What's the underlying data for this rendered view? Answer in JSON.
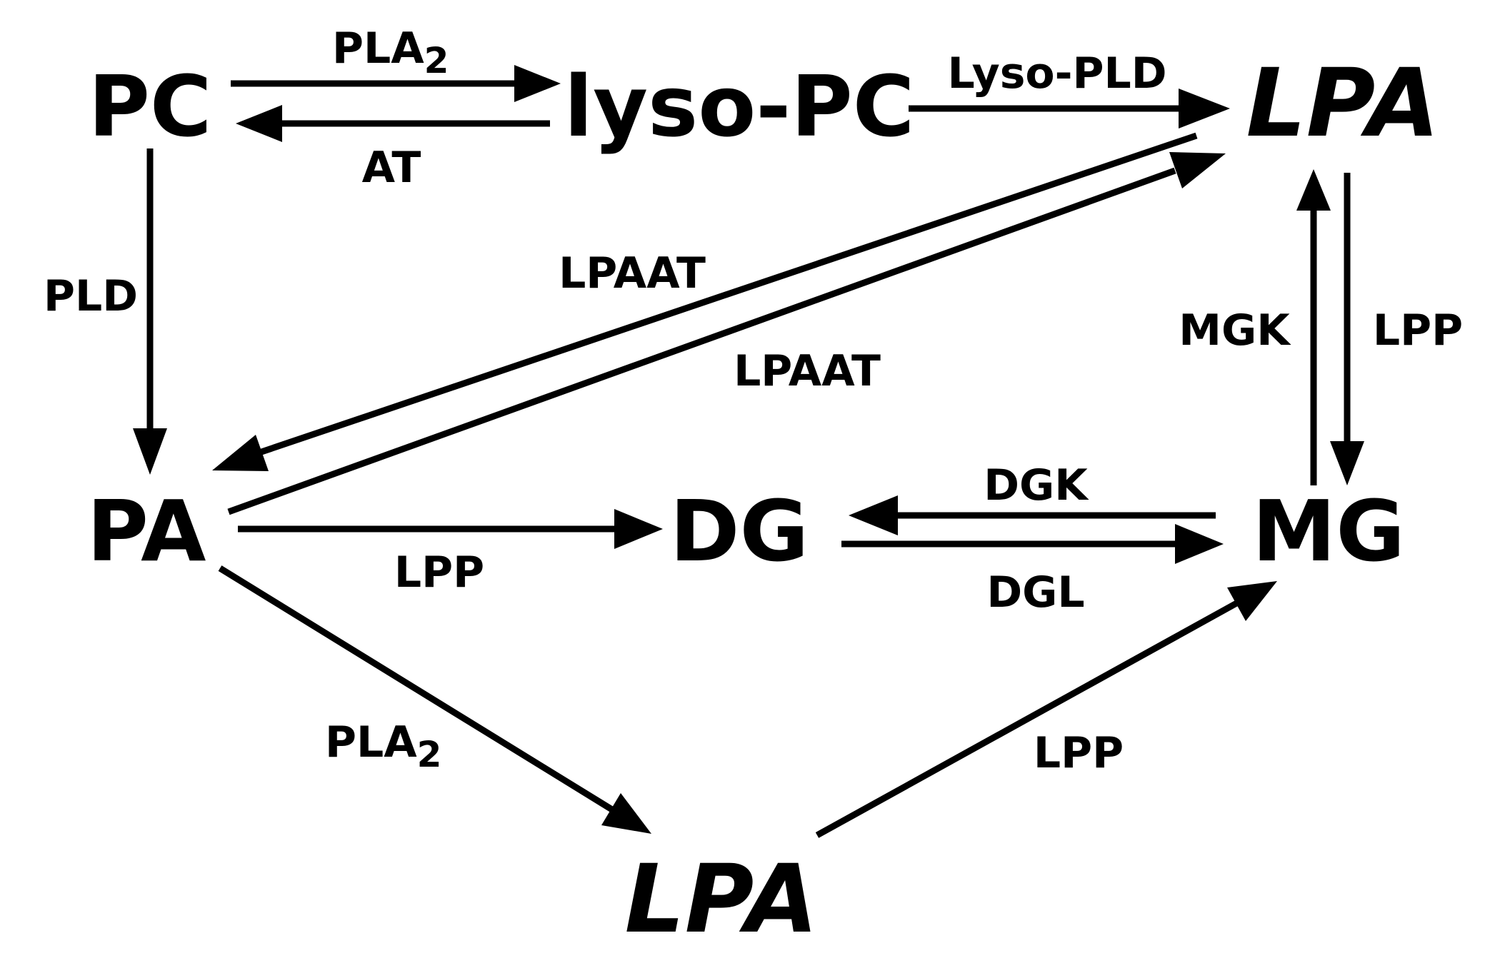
{
  "nodes": {
    "pc": "PC",
    "lyso_pc": "lyso-PC",
    "lpa_top": "LPA",
    "pa": "PA",
    "dg": "DG",
    "mg": "MG",
    "lpa_bottom": "LPA"
  },
  "enzymes": {
    "pla2_top": {
      "main": "PLA",
      "sub": "2"
    },
    "at": "AT",
    "lyso_pld": "Lyso-PLD",
    "pld": "PLD",
    "lpaat_upper": "LPAAT",
    "lpaat_lower": "LPAAT",
    "mgk": "MGK",
    "lpp_right": "LPP",
    "dgk": "DGK",
    "dgl": "DGL",
    "lpp_middle": "LPP",
    "pla2_bottom": {
      "main": "PLA",
      "sub": "2"
    },
    "lpp_bottom": "LPP"
  },
  "colors": {
    "ink": "#000000",
    "background": "#ffffff"
  }
}
